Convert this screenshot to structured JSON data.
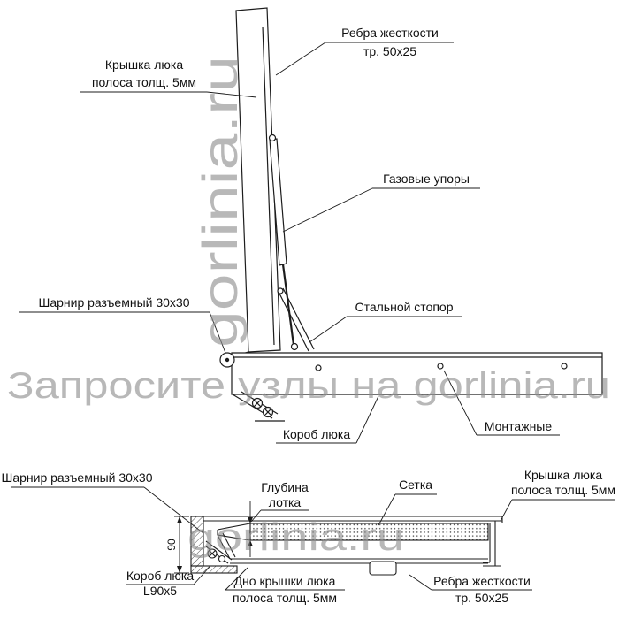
{
  "colors": {
    "line": "#1c1c1c",
    "watermark": "#8c8c8c",
    "text": "#101010"
  },
  "watermarks": {
    "main": "Запросите узлы на gorlinia.ru",
    "vertical": "gorlinia.ru",
    "lower": "gorlinia.ru"
  },
  "upper": {
    "ribs_1": "Ребра жесткости",
    "ribs_2": "тр. 50х25",
    "cover_1": "Крышка люка",
    "cover_2": "полоса толщ. 5мм",
    "gas": "Газовые упоры",
    "hinge": "Шарнир разъемный 30х30",
    "stopper": "Стальной стопор",
    "box": "Короб люка",
    "mounting": "Монтажные"
  },
  "lower": {
    "hinge": "Шарнир разъемный 30х30",
    "depth_1": "Глубина",
    "depth_2": "лотка",
    "mesh": "Сетка",
    "cover_1": "Крышка люка",
    "cover_2": "полоса толщ. 5мм",
    "box_1": "Короб люка",
    "box_2": "L90х5",
    "bottom_1": "Дно крышки люка",
    "bottom_2": "полоса толщ. 5мм",
    "ribs_1": "Ребра жесткости",
    "ribs_2": "тр. 50х25",
    "dim90": "90"
  }
}
